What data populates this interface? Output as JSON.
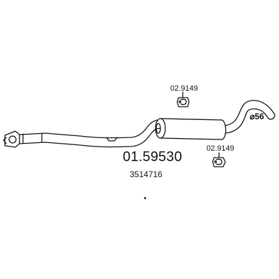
{
  "part_number": "01.59530",
  "oe_number": "3514716",
  "clamps": [
    {
      "part_number": "02.9149"
    },
    {
      "part_number": "02.9149"
    }
  ],
  "pipe_diameter_label": "⌀56",
  "colors": {
    "line": "#111111",
    "background": "#ffffff"
  }
}
